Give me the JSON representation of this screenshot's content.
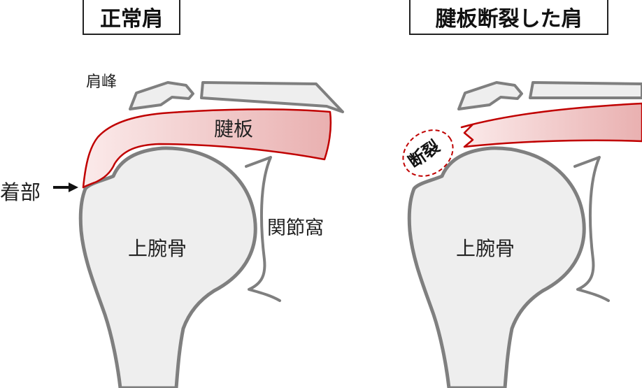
{
  "titles": {
    "normal": "正常肩",
    "torn": "腱板断裂した肩"
  },
  "labels": {
    "acromion": "肩峰",
    "tendon": "腱板",
    "attachment": "着部",
    "glenoid": "関節窩",
    "humerus_left": "上腕骨",
    "humerus_right": "上腕骨",
    "tear": "断裂"
  },
  "colors": {
    "bone_fill": "#eeeeee",
    "bone_stroke": "#7f7f7f",
    "tendon_stroke": "#c00000",
    "tendon_fill": "#e8b4b4"
  }
}
